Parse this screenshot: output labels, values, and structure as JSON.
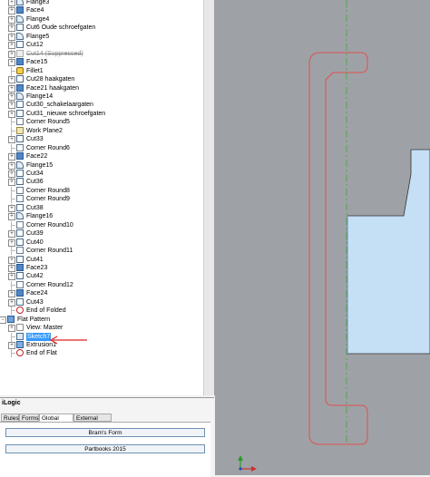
{
  "browser": {
    "items": [
      {
        "label": "Flange3",
        "icon": "flange",
        "exp": "+"
      },
      {
        "label": "Face4",
        "icon": "face",
        "exp": "+"
      },
      {
        "label": "Flange4",
        "icon": "flange",
        "exp": "+"
      },
      {
        "label": "Cut6 Oude schroefgaten",
        "icon": "cut",
        "exp": "+"
      },
      {
        "label": "Flange5",
        "icon": "flange",
        "exp": "+"
      },
      {
        "label": "Cut12",
        "icon": "cut",
        "exp": "+"
      },
      {
        "label": "Cut14 (Suppressed)",
        "icon": "sup",
        "exp": "+",
        "style": "strike"
      },
      {
        "label": "Face15",
        "icon": "face",
        "exp": "+"
      },
      {
        "label": "Fillet1",
        "icon": "fillet",
        "exp": ""
      },
      {
        "label": "Cut28 haakgaten",
        "icon": "cut",
        "exp": "+"
      },
      {
        "label": "Face21 haakgaten",
        "icon": "face",
        "exp": "+"
      },
      {
        "label": "Flange14",
        "icon": "flange",
        "exp": "+"
      },
      {
        "label": "Cut30_schakelaargaten",
        "icon": "cut",
        "exp": "+"
      },
      {
        "label": "Cut31_nieuwe schroefgaten",
        "icon": "cut",
        "exp": "+"
      },
      {
        "label": "Corner Round5",
        "icon": "corner",
        "exp": ""
      },
      {
        "label": "Work Plane2",
        "icon": "plane",
        "exp": ""
      },
      {
        "label": "Cut33",
        "icon": "cut",
        "exp": "+"
      },
      {
        "label": "Corner Round6",
        "icon": "corner",
        "exp": ""
      },
      {
        "label": "Face22",
        "icon": "face",
        "exp": "+"
      },
      {
        "label": "Flange15",
        "icon": "flange",
        "exp": "+"
      },
      {
        "label": "Cut34",
        "icon": "cut",
        "exp": "+"
      },
      {
        "label": "Cut36",
        "icon": "cut",
        "exp": "+"
      },
      {
        "label": "Corner Round8",
        "icon": "corner",
        "exp": ""
      },
      {
        "label": "Corner Round9",
        "icon": "corner",
        "exp": ""
      },
      {
        "label": "Cut38",
        "icon": "cut",
        "exp": "+"
      },
      {
        "label": "Flange16",
        "icon": "flange",
        "exp": "+"
      },
      {
        "label": "Corner Round10",
        "icon": "corner",
        "exp": ""
      },
      {
        "label": "Cut39",
        "icon": "cut",
        "exp": "+"
      },
      {
        "label": "Cut40",
        "icon": "cut",
        "exp": "+"
      },
      {
        "label": "Corner Round11",
        "icon": "corner",
        "exp": ""
      },
      {
        "label": "Cut41",
        "icon": "cut",
        "exp": "+"
      },
      {
        "label": "Face23",
        "icon": "face",
        "exp": "+"
      },
      {
        "label": "Cut42",
        "icon": "cut",
        "exp": "+"
      },
      {
        "label": "Corner Round12",
        "icon": "corner",
        "exp": ""
      },
      {
        "label": "Face24",
        "icon": "face",
        "exp": "+"
      },
      {
        "label": "Cut43",
        "icon": "cut",
        "exp": "+"
      },
      {
        "label": "End of Folded",
        "icon": "eof",
        "exp": ""
      }
    ],
    "flat_pattern": {
      "label": "Flat Pattern",
      "children": [
        {
          "label": "View: Master",
          "icon": "view",
          "exp": "+"
        },
        {
          "label": "Sketch7",
          "icon": "sketch",
          "exp": "",
          "selected": true
        },
        {
          "label": "Extrusion1",
          "icon": "extr",
          "exp": "+"
        },
        {
          "label": "End of Flat",
          "icon": "eof",
          "exp": ""
        }
      ]
    }
  },
  "ilogic": {
    "title": "iLogic",
    "tabs": [
      "Rules",
      "Forms",
      "Global Forms",
      "External Rules"
    ],
    "active_tab": "Global Forms",
    "buttons": [
      "Bram's Form",
      "Partbooks 2015"
    ]
  },
  "colors": {
    "viewport_bg": "#9ea2a6",
    "part_face": "#c5dff5",
    "sketch_line": "#e05050",
    "centerline": "#3fa83f",
    "selection": "#3399ff",
    "annotation_arrow": "#e02020"
  }
}
